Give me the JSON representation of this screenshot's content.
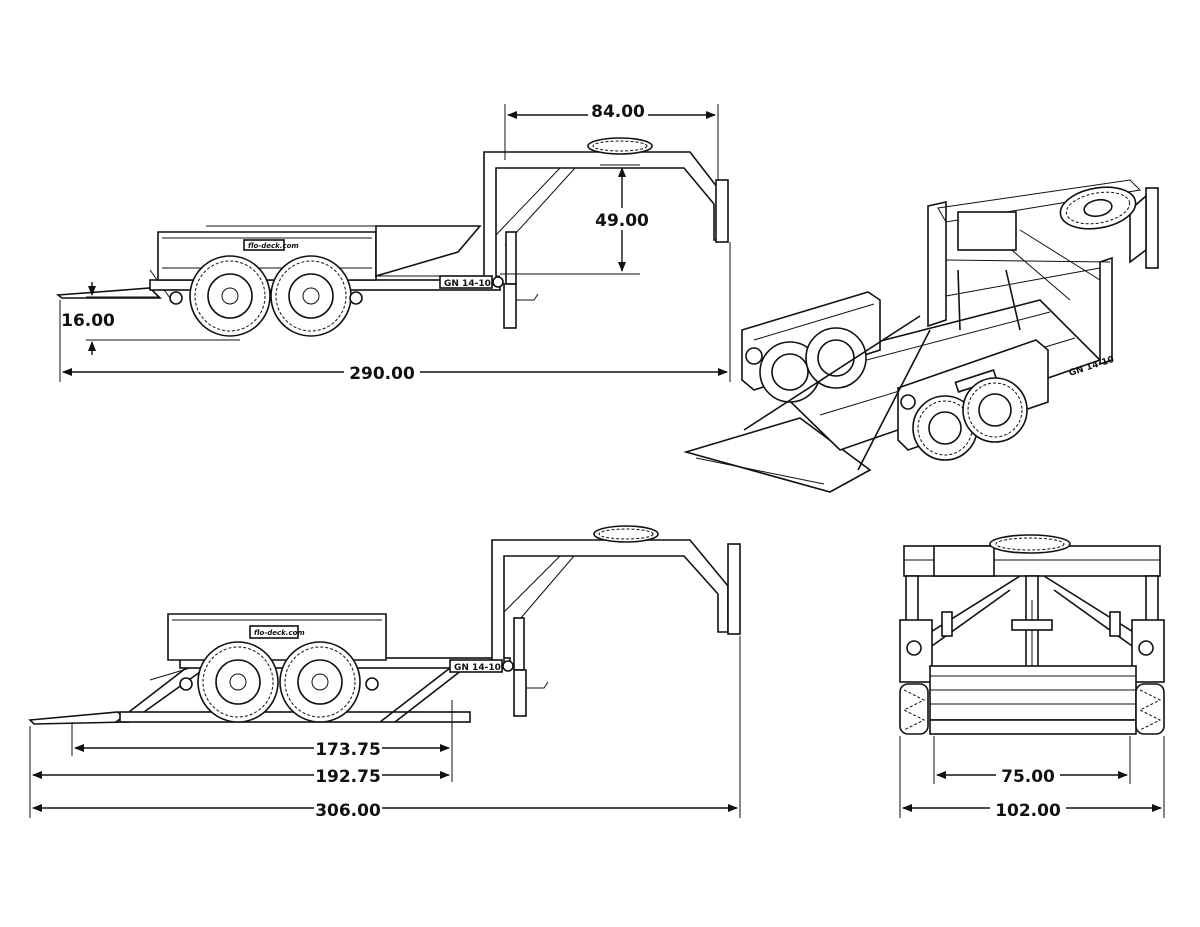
{
  "side_view_top": {
    "dims": {
      "gooseneck_length": "84.00",
      "gooseneck_height": "49.00",
      "deck_height": "16.00",
      "overall_length": "290.00"
    },
    "model_label": "GN 14-10",
    "logo_text": "flo-deck.com"
  },
  "side_view_bottom": {
    "dims": {
      "axle_to_coupler": "173.75",
      "deck_to_coupler": "192.75",
      "overall_length": "306.00"
    },
    "model_label": "GN 14-10",
    "logo_text": "flo-deck.com"
  },
  "rear_view": {
    "dims": {
      "inner_width": "75.00",
      "overall_width": "102.00"
    }
  },
  "iso_view": {
    "model_label": "GN 14-10"
  }
}
